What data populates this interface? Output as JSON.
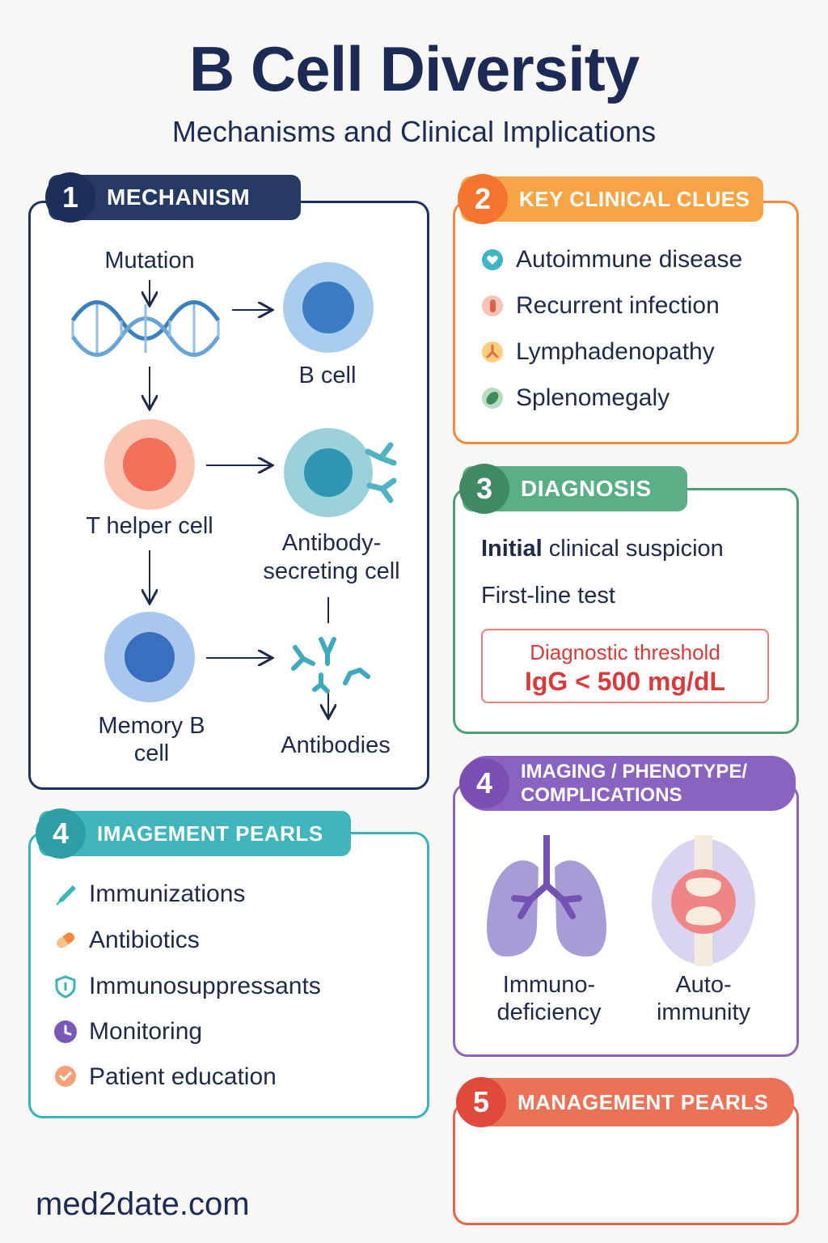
{
  "title": "B Cell Diversity",
  "subtitle": "Mechanisms and Clinical Implications",
  "sections": {
    "mechanism": {
      "number": "1",
      "heading": "MECHANISM",
      "labels": {
        "mutation": "Mutation",
        "b_cell": "B cell",
        "t_helper": "T helper cell",
        "antibody_secreting": "Antibody-secreting cell",
        "memory_b": "Memory B cell",
        "antibodies": "Antibodies"
      }
    },
    "clinical_clues": {
      "number": "2",
      "heading": "KEY CLINICAL CLUES",
      "items": [
        {
          "label": "Autoimmune disease",
          "icon": "heart-shield-icon"
        },
        {
          "label": "Recurrent infection",
          "icon": "bacteria-icon"
        },
        {
          "label": "Lymphadenopathy",
          "icon": "lymph-node-icon"
        },
        {
          "label": "Splenomegaly",
          "icon": "spleen-icon"
        }
      ]
    },
    "diagnosis": {
      "number": "3",
      "heading": "DIAGNOSIS",
      "line1_bold": "Initial",
      "line1_rest": " clinical suspicion",
      "line2": "First-line test",
      "threshold_label": "Diagnostic threshold",
      "threshold_value": "IgG < 500 mg/dL"
    },
    "imaging": {
      "number": "4",
      "heading_line1": "IMAGING / PHENOTYPE/",
      "heading_line2": "COMPLICATIONS",
      "left_label": "Immuno-deficiency",
      "right_label": "Auto-immunity"
    },
    "imagement_pearls": {
      "number": "4",
      "heading": "IMAGEMENT PEARLS",
      "items": [
        {
          "label": "Immunizations",
          "icon": "syringe-icon"
        },
        {
          "label": "Antibiotics",
          "icon": "pill-icon"
        },
        {
          "label": "Immunosuppressants",
          "icon": "shield-icon"
        },
        {
          "label": "Monitoring",
          "icon": "clock-icon"
        },
        {
          "label": "Patient education",
          "icon": "badge-check-icon"
        }
      ]
    },
    "management_pearls": {
      "number": "5",
      "heading": "MANAGEMENT PEARLS"
    }
  },
  "colors": {
    "navy": "#1f3360",
    "orange": "#f5883a",
    "green": "#4e9f78",
    "purple": "#8c63bd",
    "teal": "#3bb3ba",
    "red": "#e8624c"
  },
  "footer": "med2date.com"
}
